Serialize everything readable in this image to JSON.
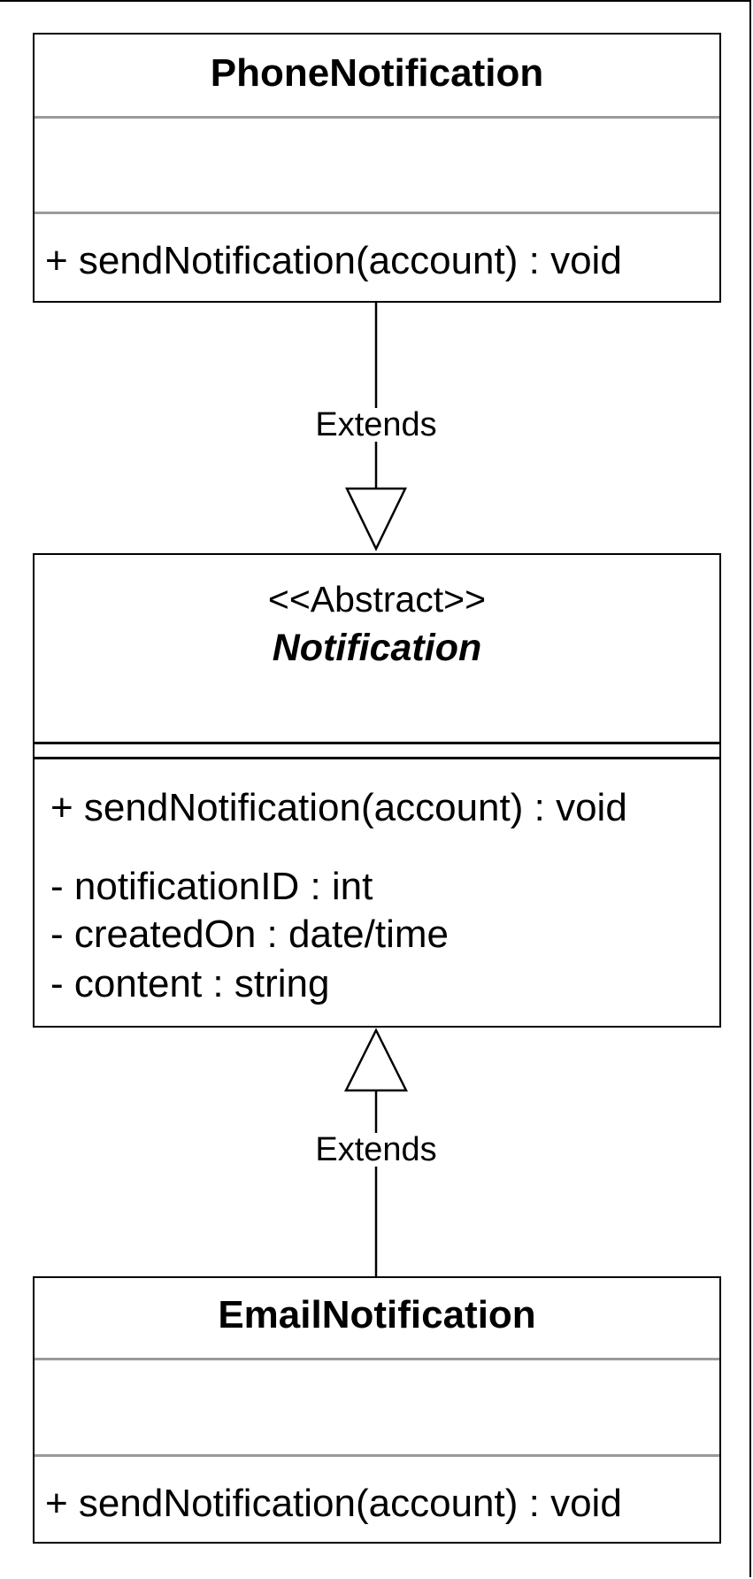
{
  "diagram": {
    "classes": {
      "phone": {
        "name": "PhoneNotification",
        "methods": [
          "+ sendNotification(account) : void"
        ]
      },
      "notification": {
        "stereotype": "<<Abstract>>",
        "name": "Notification",
        "methods": [
          "+ sendNotification(account) : void"
        ],
        "attributes": [
          "- notificationID : int",
          "- createdOn : date/time",
          "- content : string"
        ]
      },
      "email": {
        "name": "EmailNotification",
        "methods": [
          "+ sendNotification(account) : void"
        ]
      }
    },
    "relations": [
      {
        "from": "PhoneNotification",
        "to": "Notification",
        "label": "Extends"
      },
      {
        "from": "EmailNotification",
        "to": "Notification",
        "label": "Extends"
      }
    ]
  }
}
